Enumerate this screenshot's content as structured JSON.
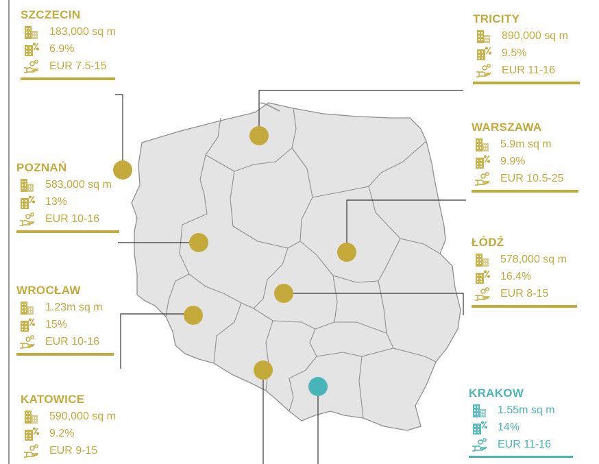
{
  "colors": {
    "gold": "#c4aa3a",
    "teal": "#4ab5b9",
    "map_fill": "#e4e4e5",
    "map_border": "#8f8f93",
    "leader": "#333333"
  },
  "icons": {
    "stock": "office-building-icon",
    "vacancy": "building-percent-icon",
    "rent": "hand-coins-icon"
  },
  "cities": {
    "szczecin": {
      "name": "SZCZECIN",
      "stock": "183,000 sq m",
      "vacancy": "6.9%",
      "rent": "EUR 7.5-15",
      "highlight": false
    },
    "poznan": {
      "name": "POZNAŃ",
      "stock": "583,000 sq m",
      "vacancy": "13%",
      "rent": "EUR 10-16",
      "highlight": false
    },
    "wroclaw": {
      "name": "WROCŁAW",
      "stock": "1.23m sq m",
      "vacancy": "15%",
      "rent": "EUR 10-16",
      "highlight": false
    },
    "katowice": {
      "name": "KATOWICE",
      "stock": "590,000 sq m",
      "vacancy": "9.2%",
      "rent": "EUR 9-15",
      "highlight": false
    },
    "tricity": {
      "name": "TRICITY",
      "stock": "890,000 sq m",
      "vacancy": "9.5%",
      "rent": "EUR 11-16",
      "highlight": false
    },
    "warszawa": {
      "name": "WARSZAWA",
      "stock": "5.9m sq m",
      "vacancy": "9.9%",
      "rent": "EUR 10.5-25",
      "highlight": false
    },
    "lodz": {
      "name": "ŁÓDŹ",
      "stock": "578,000 sq m",
      "vacancy": "16.4%",
      "rent": "EUR 8-15",
      "highlight": false
    },
    "krakow": {
      "name": "KRAKOW",
      "stock": "1.55m sq m",
      "vacancy": "14%",
      "rent": "EUR 11-16",
      "highlight": true
    }
  }
}
